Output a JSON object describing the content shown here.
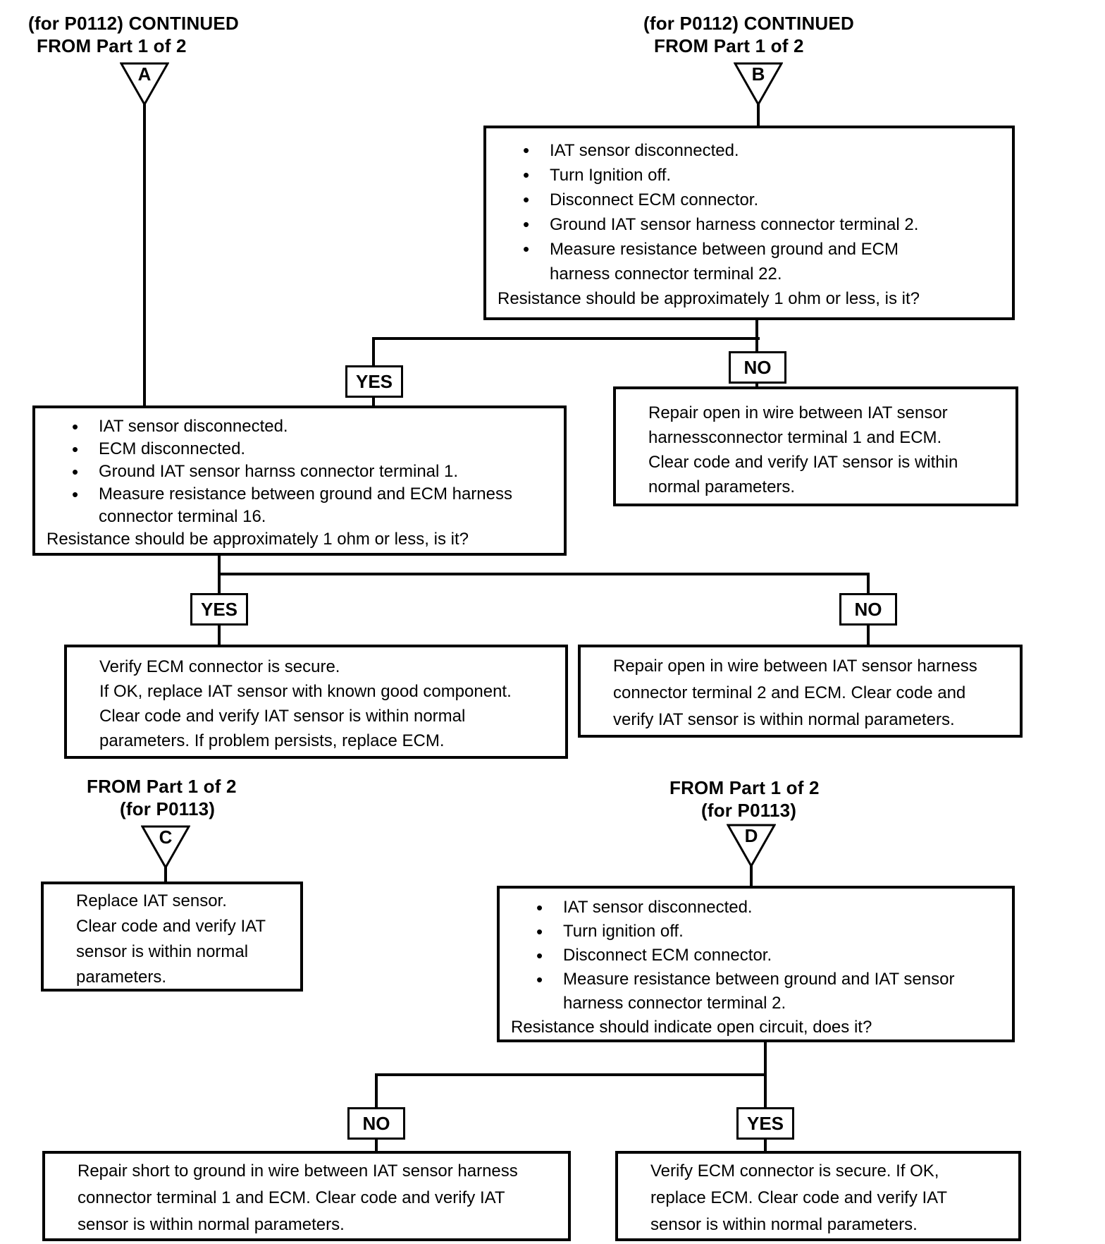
{
  "colors": {
    "ink": "#000000",
    "paper": "#ffffff"
  },
  "headers": {
    "a": {
      "line1": "(for P0112) CONTINUED",
      "line2": "FROM Part 1 of 2"
    },
    "b": {
      "line1": "(for P0112) CONTINUED",
      "line2": "FROM Part 1 of 2"
    },
    "c": {
      "line1": "FROM Part 1 of 2",
      "line2": "(for P0113)"
    },
    "d": {
      "line1": "FROM Part 1 of 2",
      "line2": "(for P0113)"
    }
  },
  "connectors": {
    "a": "A",
    "b": "B",
    "c": "C",
    "d": "D"
  },
  "labels": {
    "yes1": "YES",
    "no1": "NO",
    "yes2": "YES",
    "no2": "NO",
    "no3": "NO",
    "yes3": "YES"
  },
  "boxes": {
    "b1": {
      "lines": [
        "IAT sensor disconnected.",
        "Turn Ignition off.",
        "Disconnect ECM connector.",
        "Ground IAT sensor harness connector terminal 2.",
        "Measure resistance between ground and ECM",
        "harness connector terminal 22.",
        "Resistance should be approximately 1 ohm or less, is it?"
      ]
    },
    "b2": {
      "lines": [
        "IAT sensor disconnected.",
        "ECM disconnected.",
        "Ground IAT sensor harnss connector terminal 1.",
        "Measure resistance between ground and ECM harness",
        "connector terminal 16.",
        "Resistance should be approximately 1 ohm or less, is it?"
      ]
    },
    "b3": {
      "lines": [
        "Repair open in wire between IAT sensor",
        "harnessconnector terminal 1 and ECM.",
        "Clear code and verify IAT sensor is within",
        "normal parameters."
      ]
    },
    "b4": {
      "lines": [
        "Verify ECM connector is secure.",
        "If OK, replace IAT sensor with known good component.",
        "Clear code and verify IAT sensor is within normal",
        "parameters. If problem persists, replace ECM."
      ]
    },
    "b5": {
      "lines": [
        "Repair open in wire between IAT sensor harness",
        "connector terminal 2  and ECM. Clear code and",
        "verify IAT sensor is within normal parameters."
      ]
    },
    "b6": {
      "lines": [
        "Replace IAT sensor.",
        "Clear code and verify IAT",
        "sensor is within normal",
        "parameters."
      ]
    },
    "b7": {
      "lines": [
        "IAT sensor disconnected.",
        "Turn ignition off.",
        "Disconnect ECM connector.",
        "Measure resistance between ground and IAT sensor",
        "harness connector terminal 2.",
        "Resistance should indicate open circuit, does it?"
      ]
    },
    "b8": {
      "lines": [
        "Repair short to ground in wire between IAT sensor harness",
        "connector terminal 1 and ECM. Clear code  and verify IAT",
        "sensor is within normal parameters."
      ]
    },
    "b9": {
      "lines": [
        "Verify ECM connector is secure. If OK,",
        "replace ECM. Clear code and verify IAT",
        "sensor is within normal parameters."
      ]
    }
  }
}
